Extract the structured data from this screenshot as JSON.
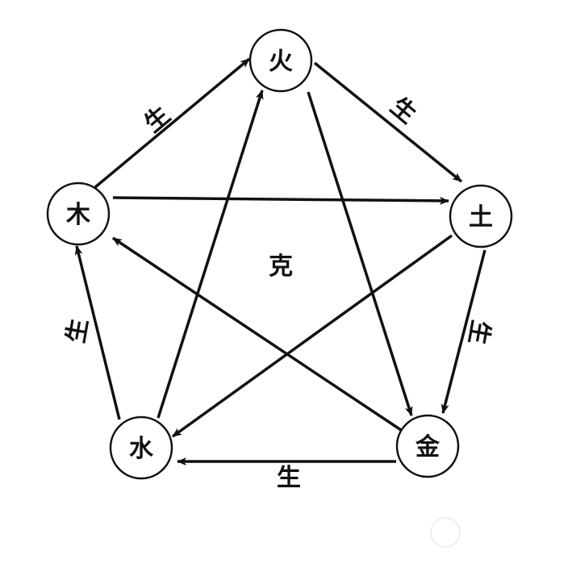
{
  "elements": {
    "fire": "火",
    "earth": "土",
    "metal": "金",
    "water": "水",
    "wood": "木"
  },
  "generating_label": "生",
  "controlling_label": "克",
  "generating_cycle": [
    [
      "木",
      "火"
    ],
    [
      "火",
      "土"
    ],
    [
      "土",
      "金"
    ],
    [
      "金",
      "水"
    ],
    [
      "水",
      "木"
    ]
  ],
  "controlling_cycle": [
    [
      "木",
      "土"
    ],
    [
      "土",
      "水"
    ],
    [
      "水",
      "火"
    ],
    [
      "火",
      "金"
    ],
    [
      "金",
      "木"
    ]
  ]
}
